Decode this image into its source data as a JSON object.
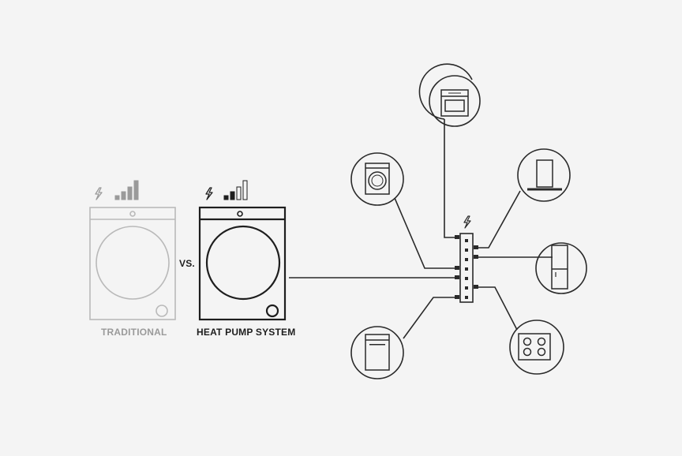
{
  "labels": {
    "traditional": "TRADITIONAL",
    "vs": "VS.",
    "heat_pump": "HEAT PUMP SYSTEM"
  },
  "colors": {
    "background": "#f4f4f4",
    "line_dark": "#2a2a2a",
    "line_light": "#b9b9b9",
    "bar_light": "#9a9a9a",
    "bar_dark": "#1e1e1e"
  },
  "signal": {
    "traditional": {
      "filled_bars": 4,
      "total_bars": 4
    },
    "heat_pump": {
      "filled_bars": 2,
      "total_bars": 4
    }
  },
  "appliances": [
    {
      "name": "oven",
      "icon": "oven-icon"
    },
    {
      "name": "range-hood",
      "icon": "range-hood-icon"
    },
    {
      "name": "fridge",
      "icon": "fridge-icon"
    },
    {
      "name": "cooktop",
      "icon": "cooktop-icon"
    },
    {
      "name": "dishwasher",
      "icon": "dishwasher-icon"
    },
    {
      "name": "washer",
      "icon": "washer-icon"
    }
  ]
}
